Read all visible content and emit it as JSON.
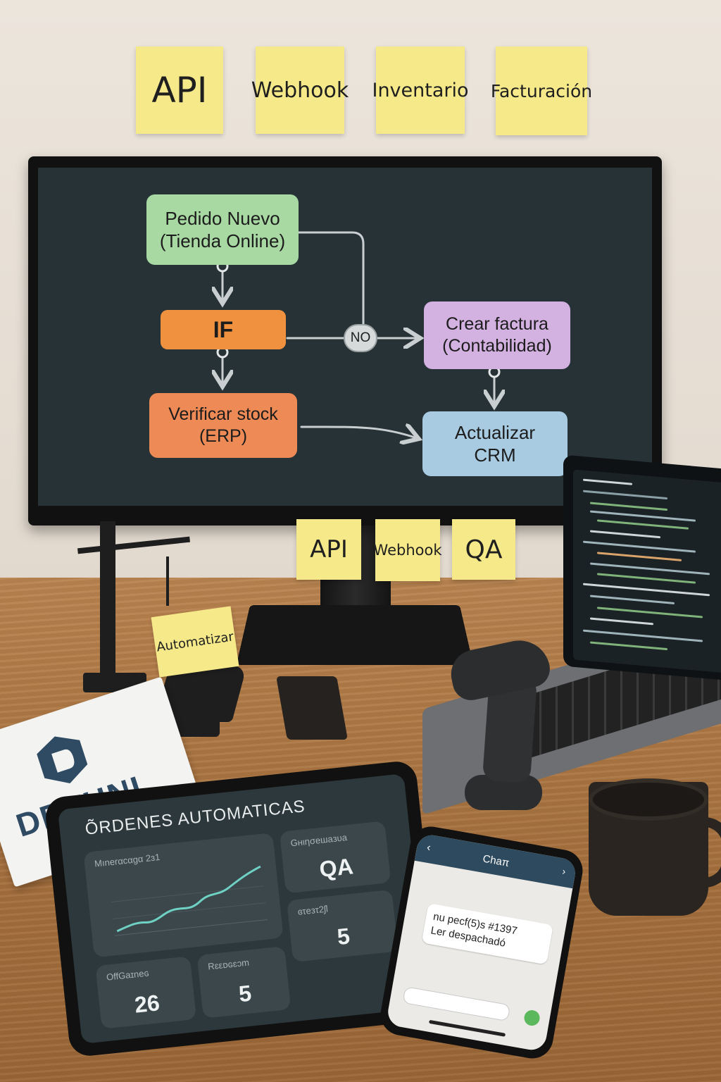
{
  "wall_notes": [
    "API",
    "Webhook",
    "Inventario",
    "Facturación"
  ],
  "flow": {
    "pedido": {
      "line1": "Pedido Nuevo",
      "line2": "(Tienda Online)"
    },
    "if_label": "IF",
    "no_label": "NO",
    "factura": {
      "line1": "Crear factura",
      "line2": "(Contabilidad)"
    },
    "stock": {
      "line1": "Verificar stock",
      "line2": "(ERP)"
    },
    "crm": {
      "line1": "Actualizar",
      "line2": "CRM"
    }
  },
  "monitor_notes": [
    "API",
    "Webhook",
    "QA"
  ],
  "figure_note": "Automatizar",
  "book_brand": "DEVUNI",
  "tablet": {
    "title": "ÕRDENES AUTOMATICAS",
    "chart_label": "Mınerαcαgα 2ɜ1",
    "tiles": [
      {
        "label": "Gнιησeшaзυa",
        "value": "QA"
      },
      {
        "label": "ɞτeзτ2ʃl",
        "value": "5"
      },
      {
        "label": "OffGaɪneɢ",
        "value": "26"
      },
      {
        "label": "Rɛεᴅɢɛɔm",
        "value": "5"
      }
    ]
  },
  "phone": {
    "header": "Chaπ",
    "message_line1": "nu pecf(5)s #1397",
    "message_line2": "Ler despachadó"
  },
  "colors": {
    "screen_bg": "#263236",
    "pedido": "#a8d9a3",
    "if": "#f0913f",
    "stock": "#ee8a55",
    "factura": "#d3b1e0",
    "crm": "#a8cbe2",
    "note": "#f6e98a",
    "brand": "#2f4a63"
  }
}
